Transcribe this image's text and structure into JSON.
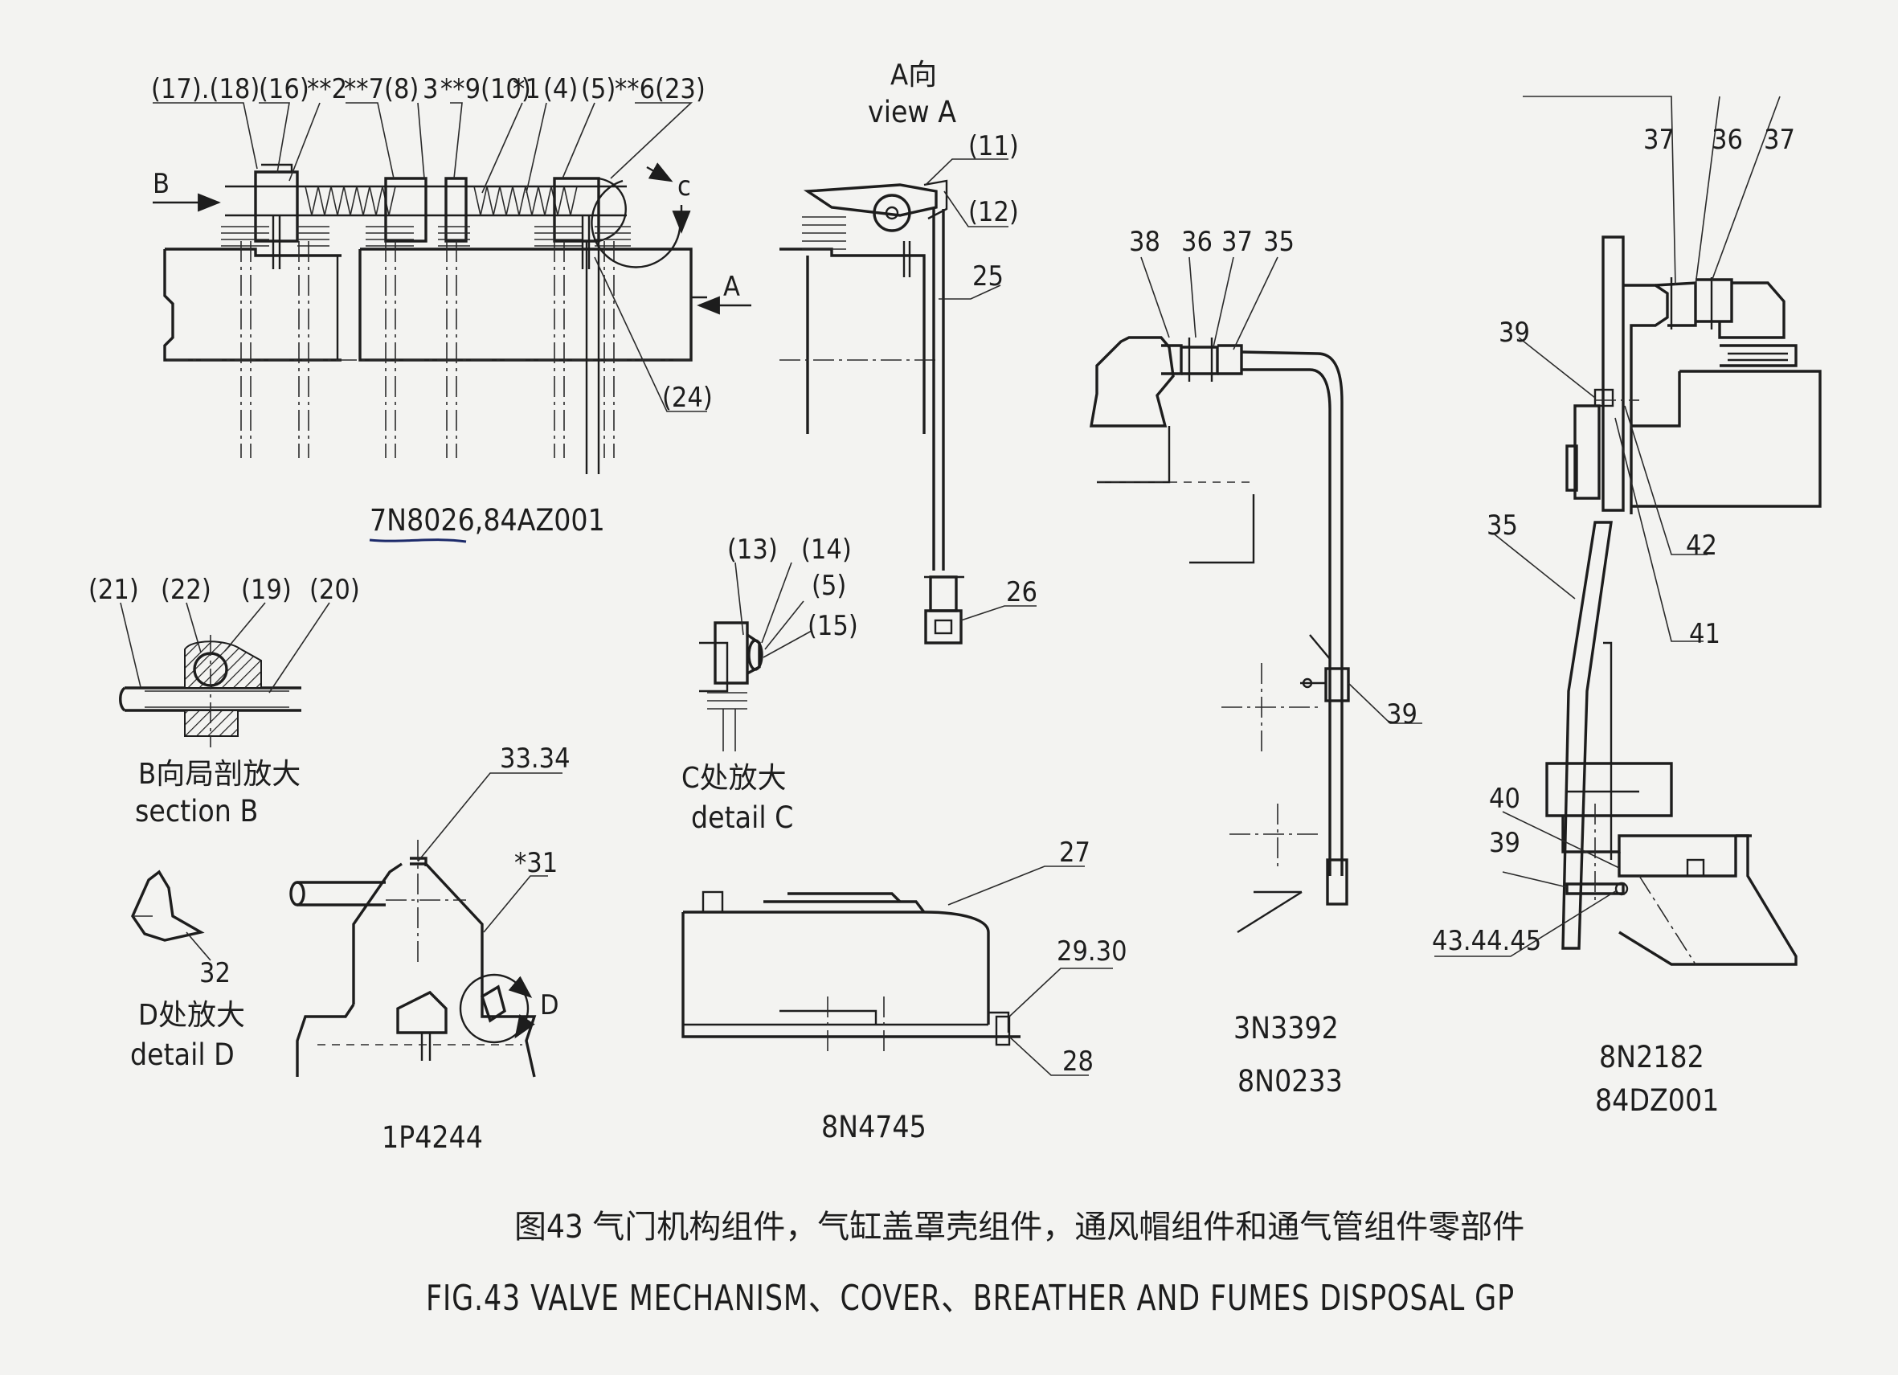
{
  "views": {
    "top_left": {
      "callouts": [
        "(17).(18)",
        "(16)",
        "**2",
        "**7(8)",
        "3",
        "**9(10)",
        "*1",
        "(4)",
        "(5)",
        "**6(23)",
        "(24)"
      ],
      "arrow_b": "B",
      "arrow_a": "A",
      "arrow_c": "c",
      "part_number": "7N8026,84AZ001"
    },
    "view_a": {
      "title_cn": "A向",
      "title_en": "view A",
      "callouts": [
        "(11)",
        "(12)",
        "25",
        "26"
      ]
    },
    "section_b": {
      "callouts": [
        "(21)",
        "(22)",
        "(19)",
        "(20)"
      ],
      "title_cn": "B向局剖放大",
      "title_en": "section B"
    },
    "detail_c": {
      "callouts": [
        "(13)",
        "(14)",
        "(5)",
        "(15)"
      ],
      "title_cn": "C处放大",
      "title_en": "detail C"
    },
    "detail_d": {
      "callouts": [
        "32"
      ],
      "title_cn": "D处放大",
      "title_en": "detail D"
    },
    "breather": {
      "callouts": [
        "33.34",
        "*31",
        "D"
      ],
      "part_number": "1P4244"
    },
    "cover": {
      "callouts": [
        "27",
        "29.30",
        "28"
      ],
      "part_number": "8N4745"
    },
    "fumes_middle": {
      "callouts": [
        "38",
        "36",
        "37",
        "35",
        "39"
      ],
      "part_number_1": "3N3392",
      "part_number_2": "8N0233"
    },
    "fumes_right": {
      "callouts": [
        "37",
        "36",
        "37",
        "39",
        "42",
        "41",
        "35",
        "40",
        "39",
        "43.44.45"
      ],
      "part_number_1": "8N2182",
      "part_number_2": "84DZ001"
    }
  },
  "caption": {
    "cn": "图43  气门机构组件，气缸盖罩壳组件，通风帽组件和通气管组件零部件",
    "en": "FIG.43  VALVE MECHANISM、COVER、BREATHER AND FUMES DISPOSAL GP"
  }
}
